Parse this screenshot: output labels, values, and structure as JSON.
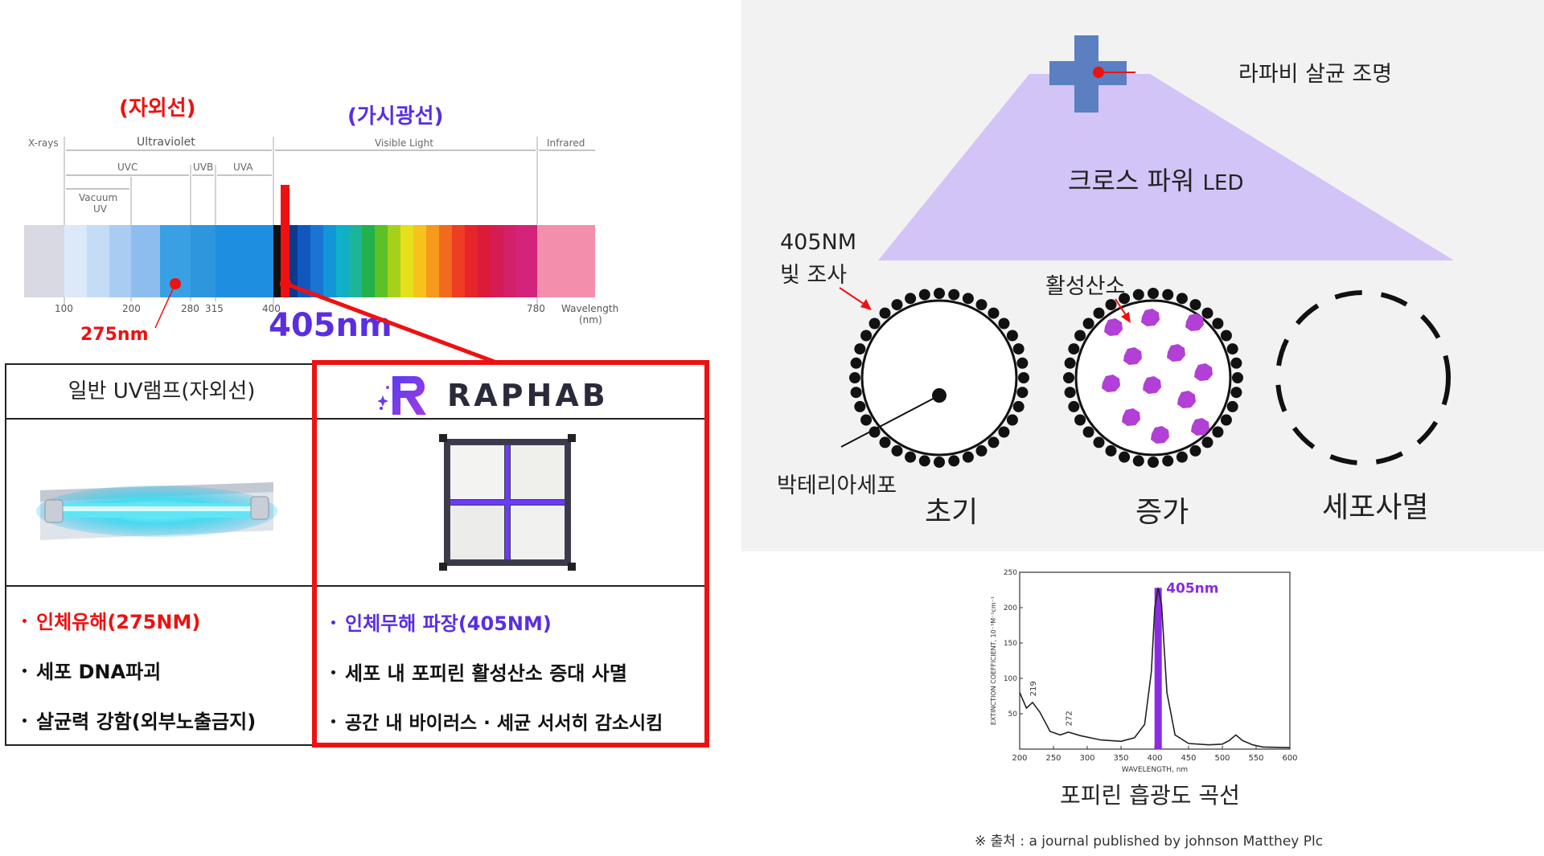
{
  "spectrum": {
    "uv_korean": "(자외선)",
    "visible_korean": "(가시광선)",
    "regions": {
      "xrays": "X-rays",
      "ultraviolet": "Ultraviolet",
      "visible": "Visible Light",
      "infrared": "Infrared",
      "uvc": "UVC",
      "uvb": "UVB",
      "uva": "UVA",
      "vacuum_uv_1": "Vacuum",
      "vacuum_uv_2": "UV"
    },
    "ticks": [
      "100",
      "200",
      "280",
      "315",
      "400",
      "780"
    ],
    "axis_label_1": "Wavelength",
    "axis_label_2": "(nm)",
    "marker_275": "275nm",
    "marker_405": "405nm"
  },
  "comparison": {
    "left_title": "일반 UV램프(자외선)",
    "right_logo": "RAPHAB",
    "left_bullets": [
      "인체유해(275NM)",
      "세포 DNA파괴",
      "살균력 강함(외부노출금지)"
    ],
    "right_bullets": [
      "인체무해 파장(405NM)",
      "세포 내 포피린 활성산소 증대 사멸",
      "공간 내 바이러스 · 세균 서서히 감소시킴"
    ]
  },
  "diagram": {
    "light_label": "라파비 살균 조명",
    "led_label_ko": "크로스 파워",
    "led_label_en": "LED",
    "irradiation_1": "405NM",
    "irradiation_2": "빛 조사",
    "ros_label": "활성산소",
    "bacteria_label": "박테리아세포",
    "stage_initial": "초기",
    "stage_increase": "증가",
    "stage_death": "세포사멸"
  },
  "colors": {
    "red": "#ee1111",
    "purple": "#5a2ee0",
    "cell_purple": "#b23fd6",
    "led_purple": "#d3c4f7",
    "lamp_blue": "#5b7fc0"
  },
  "absorption": {
    "caption": "포피린 흡광도 곡선",
    "source": "※ 출처 : a journal published by johnson Matthey Plc",
    "chart_data": {
      "type": "line",
      "xlabel": "WAVELENGTH, nm",
      "ylabel": "EXTINCTION COEFFICIENT, 10⁻³M⁻¹cm⁻¹",
      "xlim": [
        200,
        600
      ],
      "ylim": [
        0,
        250
      ],
      "x_ticks": [
        "200",
        "250",
        "300",
        "350",
        "400",
        "450",
        "500",
        "550",
        "600"
      ],
      "y_ticks": [
        "50",
        "100",
        "150",
        "200",
        "250"
      ],
      "series": [
        {
          "x": [
            200,
            210,
            219,
            230,
            245,
            260,
            272,
            290,
            320,
            350,
            370,
            385,
            395,
            400,
            405,
            410,
            418,
            430,
            450,
            480,
            500,
            510,
            520,
            530,
            545,
            560,
            600
          ],
          "y": [
            80,
            58,
            66,
            52,
            25,
            20,
            24,
            19,
            13,
            11,
            16,
            35,
            110,
            200,
            228,
            205,
            80,
            20,
            8,
            6,
            7,
            12,
            20,
            12,
            6,
            3,
            2
          ]
        }
      ],
      "annotations": [
        "219",
        "272",
        "405nm"
      ],
      "highlight_x": 405
    }
  }
}
